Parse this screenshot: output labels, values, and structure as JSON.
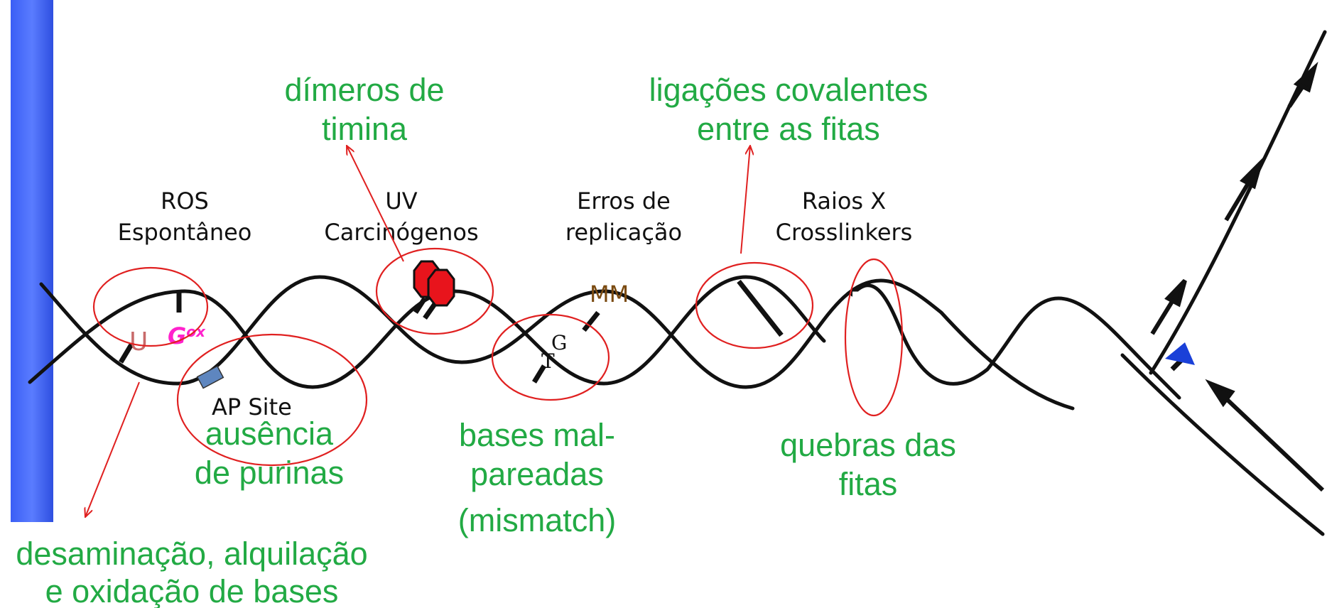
{
  "colors": {
    "annotation": "#22aa44",
    "pointer": "#e02020",
    "strand": "#111111",
    "wall": "#3355ee",
    "uracil": "#c86a6a",
    "g_ox": "#ff22cc",
    "mm": "#7a4a10",
    "dimer": "#e8141c",
    "ap_site": "#5e86bf",
    "polymerase": "#1a40d8"
  },
  "annotations": {
    "dimeros": [
      "dímeros de",
      "timina"
    ],
    "ligacoes": [
      "ligações covalentes",
      "entre as fitas"
    ],
    "ausencia": [
      "ausência",
      "de purinas"
    ],
    "bases_mal": [
      "bases mal-",
      "pareadas",
      "(mismatch)"
    ],
    "quebras": [
      "quebras das",
      "fitas"
    ],
    "desaminacao": [
      "desaminação, alquilação",
      "e oxidação de bases"
    ]
  },
  "sources": {
    "ros": [
      "ROS",
      "Espontâneo"
    ],
    "uv": [
      "UV",
      "Carcinógenos"
    ],
    "erros": [
      "Erros de",
      "replicação"
    ],
    "raios": [
      "Raios X",
      "Crosslinkers"
    ]
  },
  "lesions": {
    "uracil": "U",
    "g_ox_base": "G",
    "g_ox_sup": "ox",
    "ap_site": "AP Site",
    "mismatch_t": "T",
    "mismatch_g": "G",
    "mm": "MM"
  },
  "icons": [
    "blue-wall",
    "thymine-dimer-icon",
    "ap-site-marker",
    "polymerase-icon",
    "arrow-icon"
  ]
}
